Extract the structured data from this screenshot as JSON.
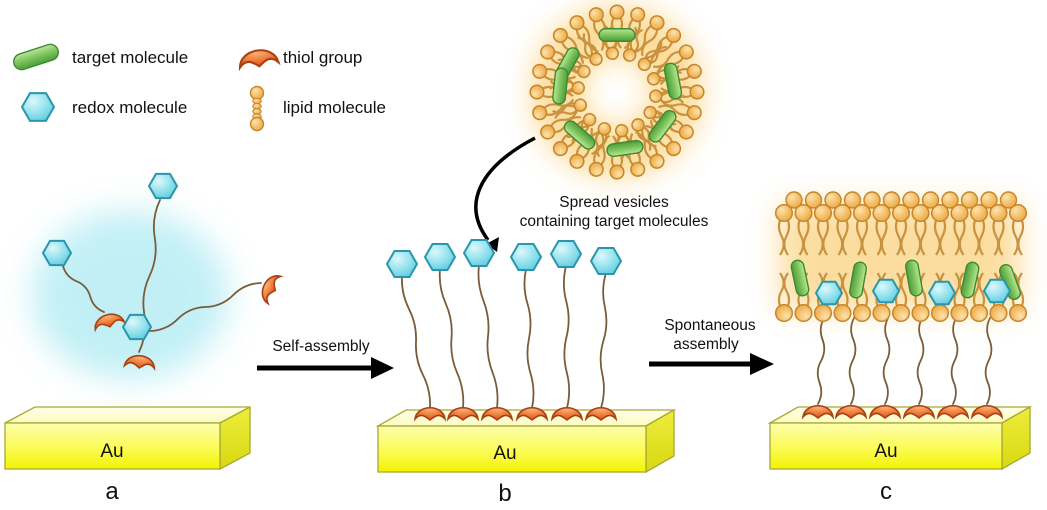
{
  "legend": {
    "items": [
      {
        "id": "target-molecule",
        "label": "target molecule"
      },
      {
        "id": "thiol-group",
        "label": "thiol group"
      },
      {
        "id": "redox-molecule",
        "label": "redox molecule"
      },
      {
        "id": "lipid-molecule",
        "label": "lipid molecule"
      }
    ]
  },
  "vesicle": {
    "caption_line1": "Spread vesicles",
    "caption_line2": "containing target molecules"
  },
  "arrows": {
    "self_assembly": "Self-assembly",
    "spontaneous_line1": "Spontaneous",
    "spontaneous_line2": "assembly"
  },
  "panels": [
    {
      "substrate": "Au",
      "label": "a"
    },
    {
      "substrate": "Au",
      "label": "b"
    },
    {
      "substrate": "Au",
      "label": "c"
    }
  ],
  "colors": {
    "target_fill": "#7cc35c",
    "target_stroke": "#3f8a30",
    "redox_fill": "#8fe0ec",
    "redox_stroke": "#2a96ad",
    "thiol_fill": "#e8692b",
    "thiol_stroke": "#a84110",
    "lipid_head": "#f3b95f",
    "head_stroke": "#c5862b",
    "tail": "#c9923f",
    "chain": "#7a5c3a",
    "gold": "#f6f63a",
    "gold_stroke": "#a8a832",
    "glow_orange": "#f8b62e",
    "glow_cyan": "#8fe3ee",
    "arrow": "#000000",
    "text": "#111111"
  }
}
